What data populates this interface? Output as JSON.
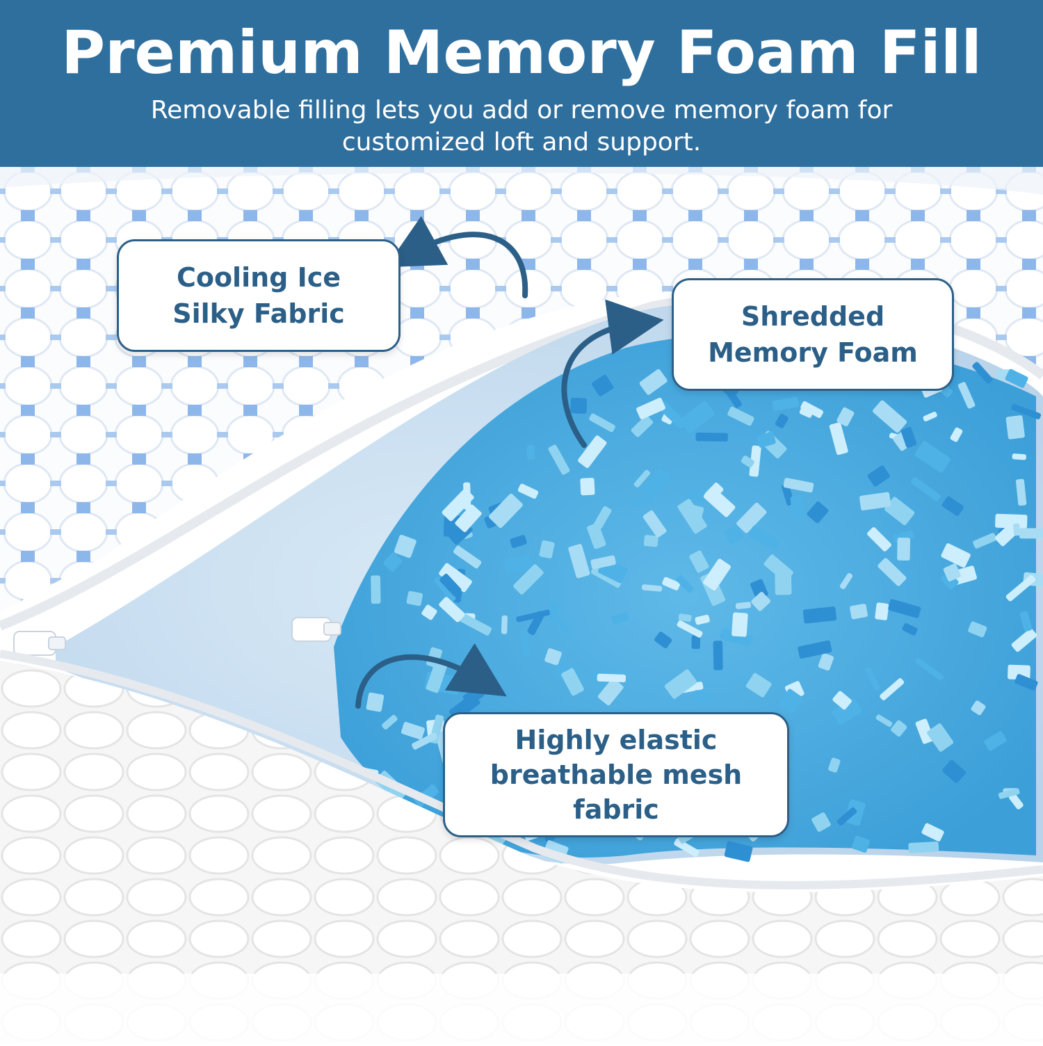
{
  "banner": {
    "title": "Premium Memory Foam Fill",
    "subtitle": "Removable filling lets you add or remove memory foam for customized loft and support.",
    "background": "#2f6f9e"
  },
  "callouts": [
    {
      "text": "Cooling Ice Silky Fabric"
    },
    {
      "text": "Shredded Memory Foam"
    },
    {
      "text": "Highly elastic breathable mesh fabric"
    }
  ],
  "colors": {
    "accent": "#2b5f87",
    "foam_light": "#8fd3f0",
    "foam_mid": "#4fb2e6",
    "foam_dark": "#2f8fd3",
    "inner_lining": "#cfe3f3"
  }
}
